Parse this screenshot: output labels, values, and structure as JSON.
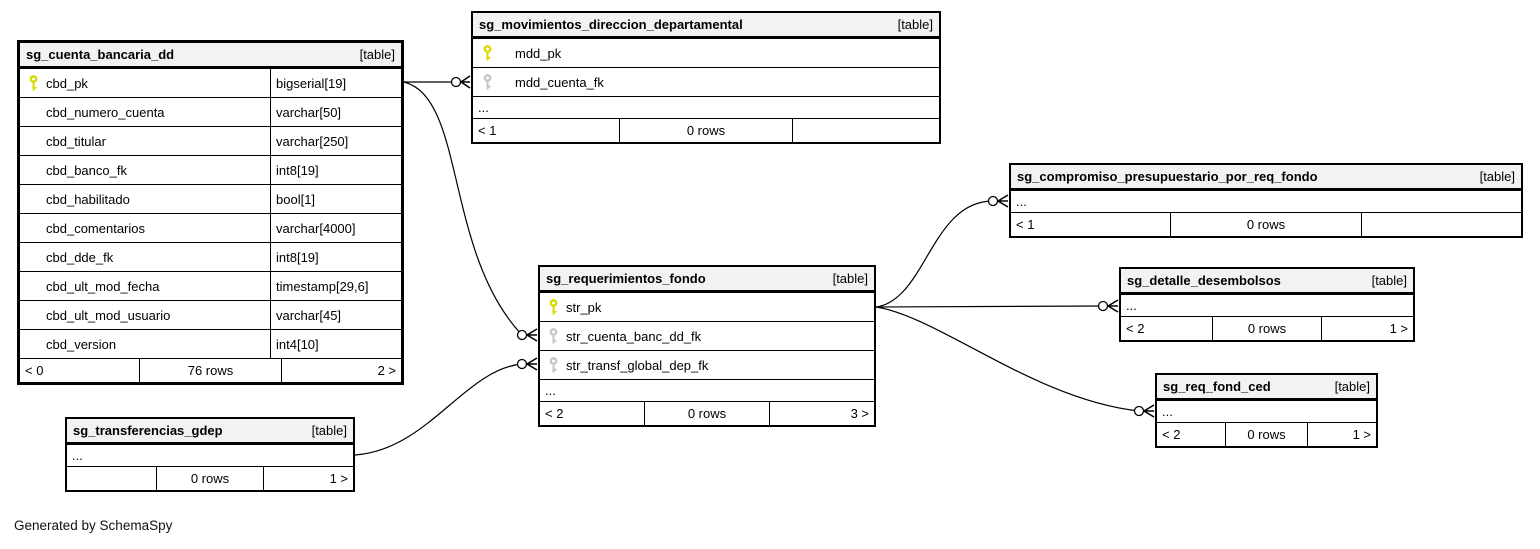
{
  "diagram": {
    "credit": "Generated by SchemaSpy",
    "ellipsis_label": "...",
    "colors": {
      "primary_key": "#d9d900",
      "foreign_key": "#c6c6c6",
      "header_bg": "#f2f2f2",
      "border": "#000000"
    }
  },
  "tables": [
    {
      "title": "sg_cuenta_bancaria_dd",
      "tag": "[table]",
      "emphasized": true,
      "has_types": true,
      "columns": [
        {
          "name": "cbd_pk",
          "type": "bigserial[19]",
          "key": "primary"
        },
        {
          "name": "cbd_numero_cuenta",
          "type": "varchar[50]",
          "key": ""
        },
        {
          "name": "cbd_titular",
          "type": "varchar[250]",
          "key": ""
        },
        {
          "name": "cbd_banco_fk",
          "type": "int8[19]",
          "key": ""
        },
        {
          "name": "cbd_habilitado",
          "type": "bool[1]",
          "key": ""
        },
        {
          "name": "cbd_comentarios",
          "type": "varchar[4000]",
          "key": ""
        },
        {
          "name": "cbd_dde_fk",
          "type": "int8[19]",
          "key": ""
        },
        {
          "name": "cbd_ult_mod_fecha",
          "type": "timestamp[29,6]",
          "key": ""
        },
        {
          "name": "cbd_ult_mod_usuario",
          "type": "varchar[45]",
          "key": ""
        },
        {
          "name": "cbd_version",
          "type": "int4[10]",
          "key": ""
        }
      ],
      "ellipsis": "",
      "footer": {
        "left": "< 0",
        "center": "76 rows",
        "right": "2 >"
      }
    },
    {
      "title": "sg_movimientos_direccion_departamental",
      "tag": "[table]",
      "emphasized": false,
      "has_types": false,
      "columns": [
        {
          "name": "mdd_pk",
          "type": "",
          "key": "primary"
        },
        {
          "name": "mdd_cuenta_fk",
          "type": "",
          "key": "foreign"
        }
      ],
      "ellipsis": "...",
      "footer": {
        "left": "< 1",
        "center": "0 rows",
        "right": ""
      }
    },
    {
      "title": "sg_requerimientos_fondo",
      "tag": "[table]",
      "emphasized": false,
      "has_types": false,
      "columns": [
        {
          "name": "str_pk",
          "type": "",
          "key": "primary"
        },
        {
          "name": "str_cuenta_banc_dd_fk",
          "type": "",
          "key": "foreign"
        },
        {
          "name": "str_transf_global_dep_fk",
          "type": "",
          "key": "foreign"
        }
      ],
      "ellipsis": "...",
      "footer": {
        "left": "< 2",
        "center": "0 rows",
        "right": "3 >"
      }
    },
    {
      "title": "sg_compromiso_presupuestario_por_req_fondo",
      "tag": "[table]",
      "emphasized": false,
      "has_types": false,
      "columns": [],
      "ellipsis": "...",
      "footer": {
        "left": "< 1",
        "center": "0 rows",
        "right": ""
      }
    },
    {
      "title": "sg_detalle_desembolsos",
      "tag": "[table]",
      "emphasized": false,
      "has_types": false,
      "columns": [],
      "ellipsis": "...",
      "footer": {
        "left": "< 2",
        "center": "0 rows",
        "right": "1 >"
      }
    },
    {
      "title": "sg_req_fond_ced",
      "tag": "[table]",
      "emphasized": false,
      "has_types": false,
      "columns": [],
      "ellipsis": "...",
      "footer": {
        "left": "< 2",
        "center": "0 rows",
        "right": "1 >"
      }
    },
    {
      "title": "sg_transferencias_gdep",
      "tag": "[table]",
      "emphasized": false,
      "has_types": false,
      "columns": [],
      "ellipsis": "...",
      "footer": {
        "left": "",
        "center": "0 rows",
        "right": "1 >"
      }
    }
  ],
  "relationships": [
    {
      "from": "sg_cuenta_bancaria_dd.cbd_pk",
      "to": "sg_movimientos_direccion_departamental.mdd_cuenta_fk"
    },
    {
      "from": "sg_cuenta_bancaria_dd.cbd_pk",
      "to": "sg_requerimientos_fondo.str_cuenta_banc_dd_fk"
    },
    {
      "from": "sg_transferencias_gdep",
      "to": "sg_requerimientos_fondo.str_transf_global_dep_fk"
    },
    {
      "from": "sg_requerimientos_fondo.str_pk",
      "to": "sg_compromiso_presupuestario_por_req_fondo"
    },
    {
      "from": "sg_requerimientos_fondo.str_pk",
      "to": "sg_detalle_desembolsos"
    },
    {
      "from": "sg_requerimientos_fondo.str_pk",
      "to": "sg_req_fond_ced"
    }
  ]
}
